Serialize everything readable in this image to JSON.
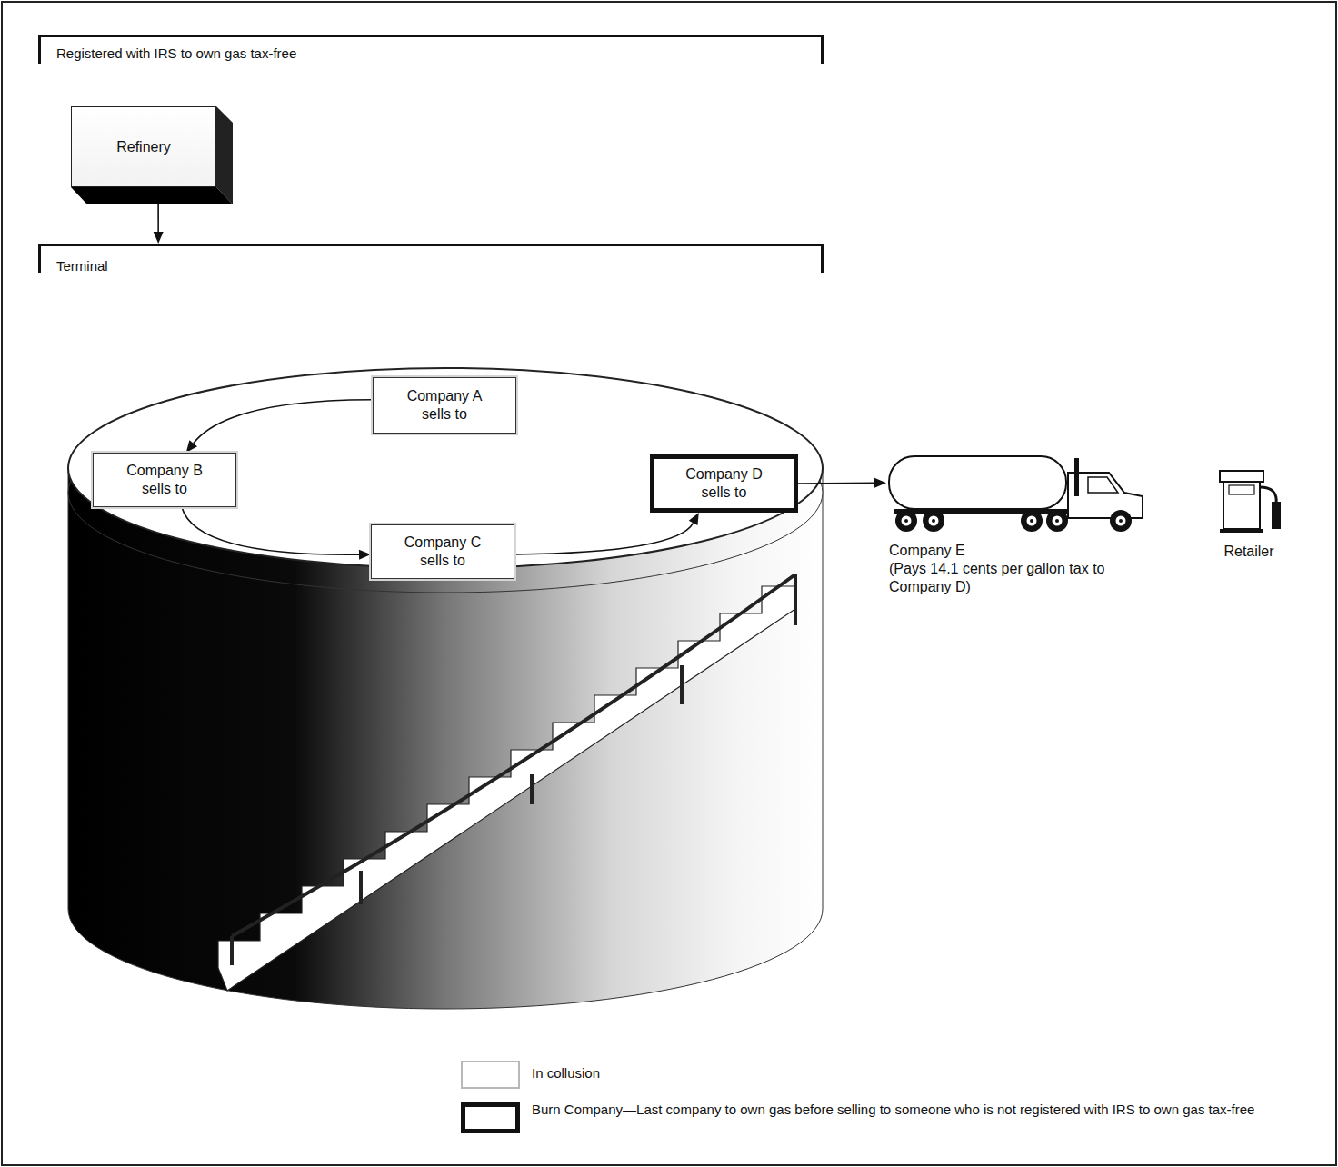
{
  "diagram": {
    "nodes": [
      {
        "text": [
          "Registered with IRS to own gas tax-free"
        ]
      },
      {
        "text": [
          "Refinery"
        ],
        "in": 0
      },
      {
        "text": [
          "Terminal"
        ],
        "in": 0
      },
      {
        "text": [
          "Company A sells to"
        ],
        "in": 2
      },
      {
        "text": [
          "Company B sells to"
        ],
        "in": 2
      },
      {
        "text": [
          "Company C sells to"
        ],
        "in": 2
      },
      {
        "text": [
          "Company D sells to"
        ],
        "in": 2
      },
      {
        "text": [
          "Company E",
          "(Pays 14.1 cents per gallon tax to Company D)"
        ]
      },
      {
        "text": [
          "Retailer"
        ]
      }
    ],
    "edges": [
      {
        "from": 1,
        "to": 2,
        "arrow": "to"
      },
      {
        "from": 3,
        "to": 4,
        "arrow": "to"
      },
      {
        "from": 4,
        "to": 5,
        "arrow": "to"
      },
      {
        "from": 5,
        "to": 6,
        "arrow": "to"
      },
      {
        "from": 6,
        "to": 7,
        "arrow": "to"
      }
    ],
    "legend": [
      {
        "text": "In collusion",
        "color": "#ffffff"
      },
      {
        "text": "Burn Company—Last company to own gas before selling to someone who is not registered with IRS to own gas tax-free"
      }
    ]
  }
}
